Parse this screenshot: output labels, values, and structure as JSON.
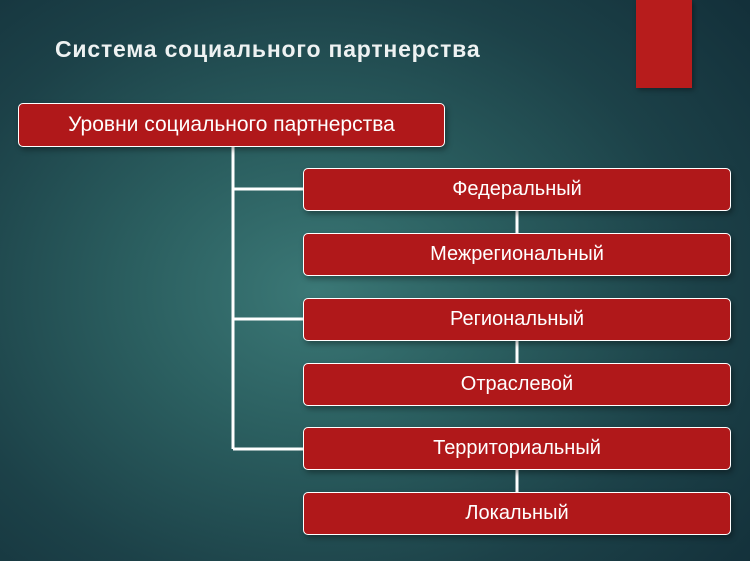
{
  "title": "Система социального партнерства",
  "accent_color": "#b71c1c",
  "box_color": "#b0181a",
  "root": {
    "label": "Уровни социального партнерства"
  },
  "levels": [
    {
      "label": "Федеральный"
    },
    {
      "label": "Межрегиональный"
    },
    {
      "label": "Региональный"
    },
    {
      "label": "Отраслевой"
    },
    {
      "label": "Территориальный"
    },
    {
      "label": "Локальный"
    }
  ]
}
